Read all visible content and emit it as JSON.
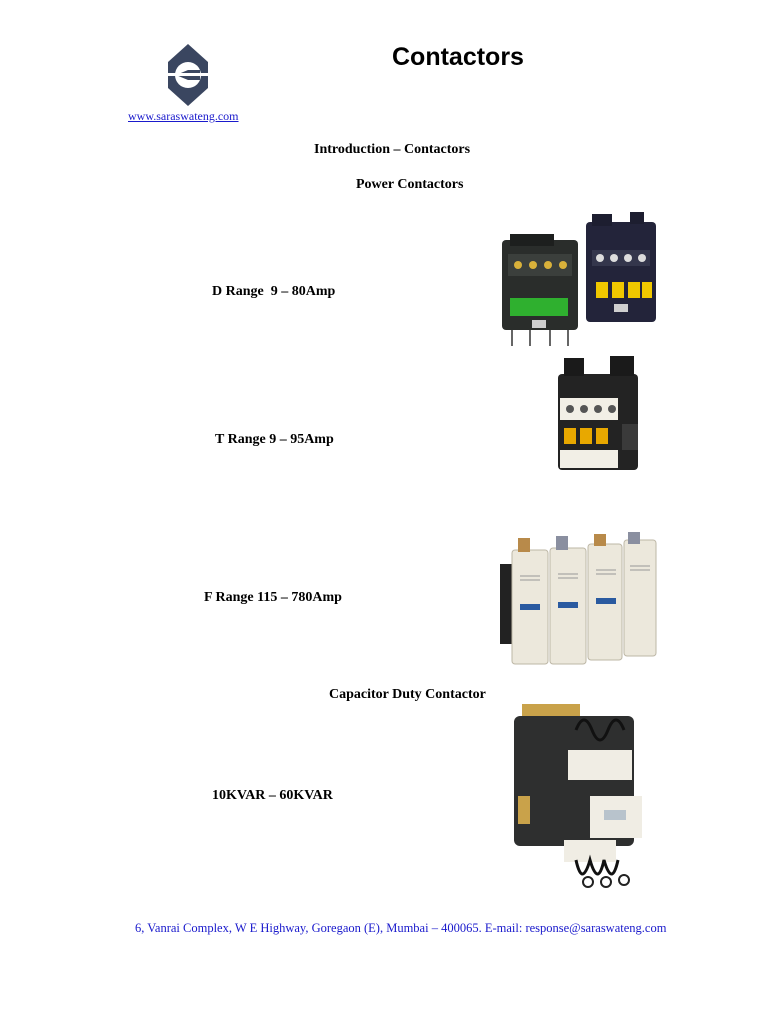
{
  "header": {
    "title": "Contactors",
    "website": "www.saraswateng.com"
  },
  "sections": {
    "intro": "Introduction – Contactors",
    "power": "Power Contactors",
    "capacitor": "Capacitor Duty Contactor"
  },
  "products": [
    {
      "label": "D Range  9 – 80Amp",
      "image": "d-range-contactors"
    },
    {
      "label": "T Range 9 – 95Amp",
      "image": "t-range-contactor"
    },
    {
      "label": "F Range 115 – 780Amp",
      "image": "f-range-contactor"
    },
    {
      "label": "10KVAR – 60KVAR",
      "image": "capacitor-duty-contactor"
    }
  ],
  "footer": {
    "address": "6, Vanrai Complex, W E Highway, Goregaon (E), Mumbai – 400065. E-mail: response@saraswateng.com"
  },
  "colors": {
    "logo": "#3a4660",
    "link": "#1a1acc"
  }
}
